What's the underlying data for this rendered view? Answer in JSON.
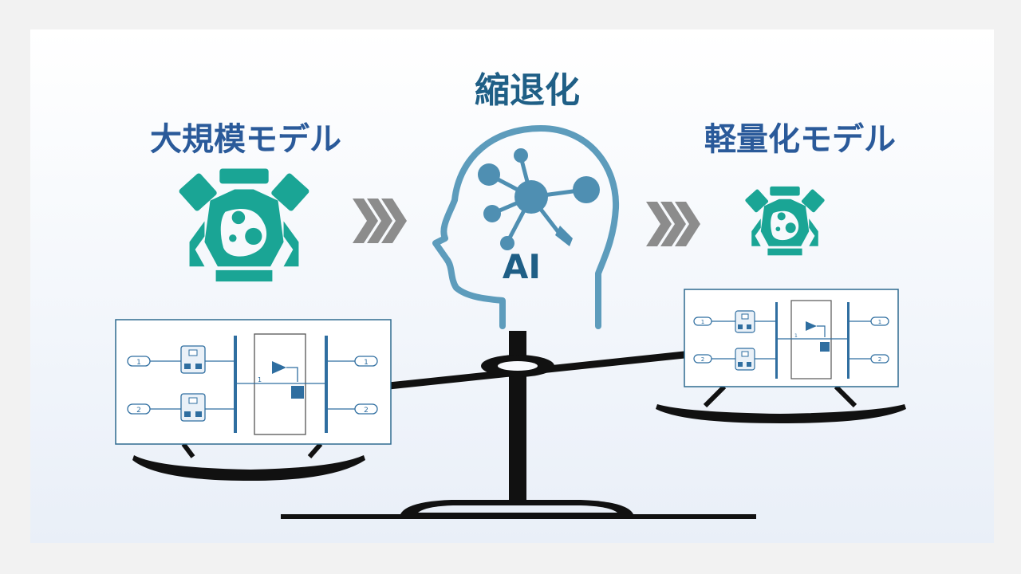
{
  "title": "縮退化",
  "left_label": "大規模モデル",
  "right_label": "軽量化モデル",
  "center_label": "AI",
  "left_model": {
    "inputs": [
      "1",
      "2"
    ],
    "outputs": [
      "1",
      "2"
    ],
    "signal": "1"
  },
  "right_model": {
    "inputs": [
      "1",
      "2"
    ],
    "outputs": [
      "1",
      "2"
    ],
    "signal": "1"
  },
  "colors": {
    "teal": "#1aa595",
    "head_blue": "#5d9cbc",
    "network_blue": "#4f8fb2",
    "label_blue": "#2a5a9a",
    "title_blue": "#1f5f86",
    "chevron_gray": "#8c8c8c",
    "diagram_border": "#2e6a8f",
    "block_blue": "#2f6ea0",
    "scale_black": "#111111"
  },
  "icons": [
    "engine-icon",
    "brain-network-icon",
    "chevrons-right-icon",
    "balance-scale-icon",
    "simulink-diagram"
  ]
}
